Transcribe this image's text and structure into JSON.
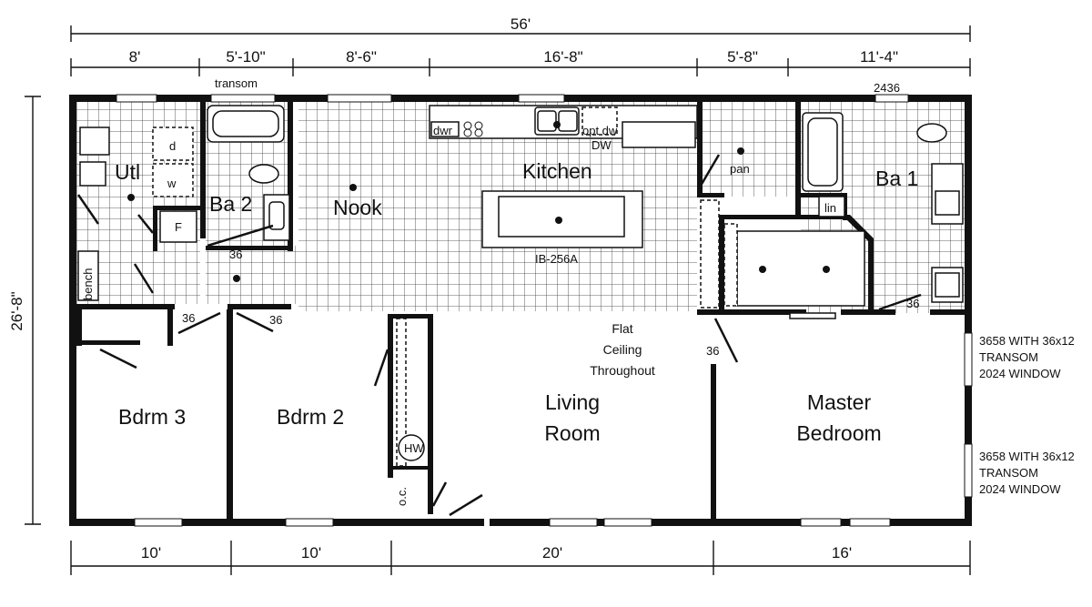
{
  "dimensions": {
    "overall_width": "56'",
    "overall_depth": "26'-8\"",
    "top": [
      "8'",
      "5'-10\"",
      "8'-6\"",
      "16'-8\"",
      "5'-8\"",
      "11'-4\""
    ],
    "bottom": [
      "10'",
      "10'",
      "20'",
      "16'"
    ]
  },
  "rooms": {
    "utility": "Utl",
    "bath2": "Ba 2",
    "nook": "Nook",
    "kitchen": "Kitchen",
    "bath1": "Ba 1",
    "bedroom3": "Bdrm 3",
    "bedroom2": "Bdrm 2",
    "living_line1": "Living",
    "living_line2": "Room",
    "master_line1": "Master",
    "master_line2": "Bedroom"
  },
  "labels": {
    "transom": "transom",
    "window_2436": "2436",
    "dryer": "d",
    "washer": "w",
    "furnace": "F",
    "dishwasher": "dwr",
    "opt_dw": "opt dw",
    "dw": "DW",
    "pantry": "pan",
    "linen": "lin",
    "bench": "bench",
    "island": "IB-256A",
    "water_heater": "HW",
    "oc": "o.c.",
    "door_36": "36",
    "ceiling_line1": "Flat",
    "ceiling_line2": "Ceiling",
    "ceiling_line3": "Throughout",
    "window_note_line1": "3658 WITH 36x12",
    "window_note_line2": "TRANSOM",
    "window_note_line3": "2024 WINDOW"
  }
}
